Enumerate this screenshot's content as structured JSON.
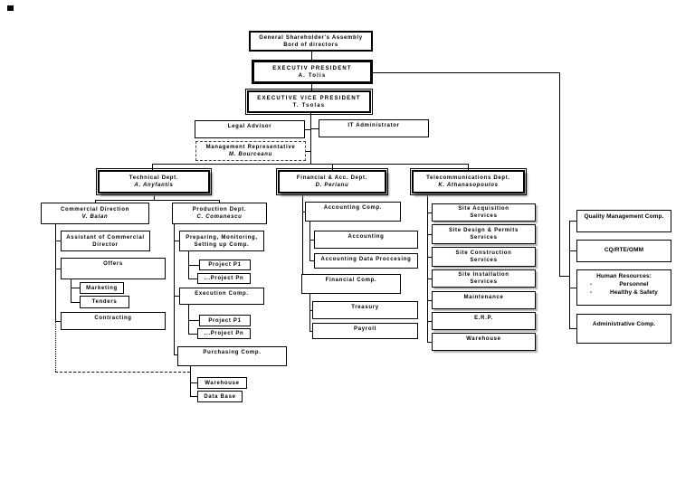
{
  "org": {
    "top": {
      "assembly": {
        "line1": "General Shareholder's Assembly",
        "line2": "Bord of directors"
      },
      "president": {
        "line1": "EXECUTIV PRESIDENT",
        "line2": "A. Tolis"
      },
      "vice_president": {
        "line1": "EXECUTIVE VICE PRESIDENT",
        "line2": "T. Tsolas"
      }
    },
    "staff": {
      "legal_advisor": {
        "line1": "Legal Advisor"
      },
      "it_administrator": {
        "line1": "IT Administrator"
      },
      "management_representative": {
        "line1": "Management Representative",
        "line2": "M. Bourceanu"
      }
    },
    "departments": {
      "technical": {
        "line1": "Technical Dept.",
        "line2": "A. Anyfantis"
      },
      "financial": {
        "line1": "Financial & Acc. Dept.",
        "line2": "D. Perianu"
      },
      "telecom": {
        "line1": "Telecommunications Dept.",
        "line2": "K. Athanasopoulos"
      }
    },
    "technical_branch": {
      "commercial": {
        "line1": "Commercial Direction",
        "line2": "V. Balan"
      },
      "production": {
        "line1": "Production Dept.",
        "line2": "C. Comanescu"
      },
      "commercial_children": {
        "assistant": {
          "line1": "Assistant of Commercial",
          "line2": "Director"
        },
        "offers": {
          "line1": "Offers"
        },
        "marketing": {
          "line1": "Marketing"
        },
        "tenders": {
          "line1": "Tenders"
        },
        "contracting": {
          "line1": "Contracting"
        }
      },
      "production_children": {
        "preparing": {
          "line1": "Preparing, Monitoring,",
          "line2": "Setting up Comp."
        },
        "project_p1_a": {
          "line1": "Project P1"
        },
        "project_pn_a": {
          "line1": "...Project Pn"
        },
        "execution": {
          "line1": "Execution Comp."
        },
        "project_p1_b": {
          "line1": "Project P1"
        },
        "project_pn_b": {
          "line1": "...Project Pn"
        },
        "purchasing": {
          "line1": "Purchasing Comp."
        },
        "warehouse": {
          "line1": "Warehouse"
        },
        "database": {
          "line1": "Data Base"
        }
      }
    },
    "financial_branch": {
      "accounting_comp": {
        "line1": "Accounting Comp."
      },
      "accounting": {
        "line1": "Accounting"
      },
      "accounting_data_processing": {
        "line1": "Accounting Data Proccesing"
      },
      "financial_comp": {
        "line1": "Financial Comp."
      },
      "treasury": {
        "line1": "Treasury"
      },
      "payroll": {
        "line1": "Payroll"
      }
    },
    "telecom_branch": {
      "site_acquisition": {
        "line1": "Site Acquisition",
        "line2": "Services"
      },
      "site_design": {
        "line1": "Site Design & Permits",
        "line2": "Services"
      },
      "site_construction": {
        "line1": "Site Construction",
        "line2": "Services"
      },
      "site_installation": {
        "line1": "Site Installation",
        "line2": "Services"
      },
      "maintenance": {
        "line1": "Maintenance"
      },
      "erp": {
        "line1": "E.R.P."
      },
      "warehouse": {
        "line1": "Warehouse"
      }
    },
    "right_column": {
      "quality": {
        "line1": "Quality Management Comp."
      },
      "cq": {
        "line1": "CQ/RTE/OMM"
      },
      "human_resources": {
        "title": "Human Resources:",
        "items": [
          "Personnel",
          "Healthy & Safety"
        ]
      },
      "administrative": {
        "line1": "Administrative Comp."
      }
    }
  }
}
